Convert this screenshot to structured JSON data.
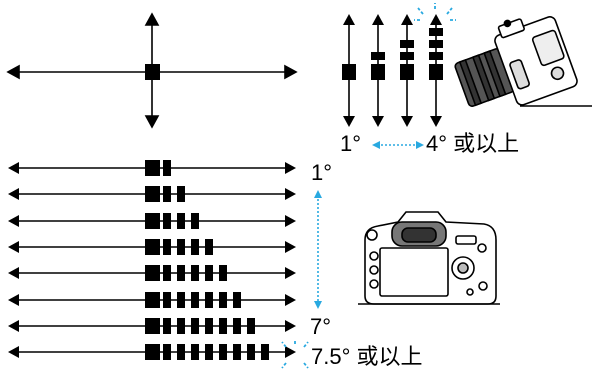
{
  "labels": {
    "top_min": "1°",
    "top_max": "4° 或以上",
    "side_min": "1°",
    "side_max": "7°",
    "side_extra": "7.5° 或以上"
  },
  "level_displays": {
    "vertical_tilt_levels": [
      1,
      2,
      3,
      4
    ],
    "horizontal_tilt_levels": [
      1,
      2,
      3,
      4,
      5,
      6,
      7,
      8
    ]
  },
  "colors": {
    "line": "#000000",
    "accent": "#29a9e0"
  },
  "icons": [
    "camera-tilted-icon",
    "camera-back-icon",
    "flash-indicator-icon"
  ]
}
